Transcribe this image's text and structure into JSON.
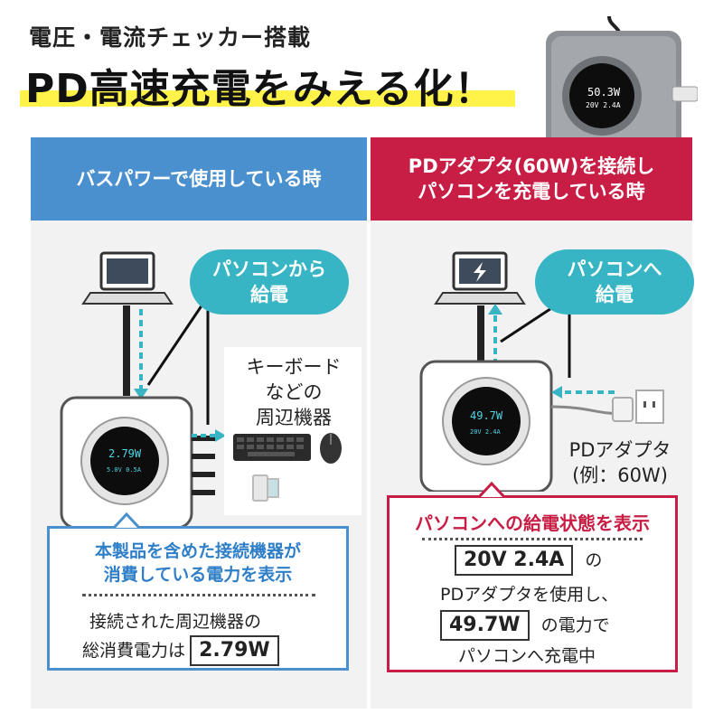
{
  "header": {
    "subtitle": "電圧・電流チェッカー搭載",
    "title": "PD高速充電をみえる化！"
  },
  "hub_display": {
    "top_value": "50.3W",
    "bottom_value": "20V  2.4A"
  },
  "left_panel": {
    "heading": "バスパワーで使用している時",
    "bubble_lines": [
      "パソコンから",
      "給電"
    ],
    "peripheral_label_lines": [
      "キーボード",
      "などの",
      "周辺機器"
    ],
    "device_display": {
      "top": "2.79W",
      "bottom": "5.0V  0.5A"
    },
    "info_title_lines": [
      "本製品を含めた接続機器が",
      "消費している電力を表示"
    ],
    "info_line1": "接続された周辺機器の",
    "info_line2_prefix": "総消費電力は",
    "info_value": "2.79W"
  },
  "right_panel": {
    "heading_lines": [
      "PDアダプタ(60W)を接続し",
      "パソコンを充電している時"
    ],
    "bubble_lines": [
      "パソコンへ",
      "給電"
    ],
    "adapter_label_lines": [
      "PDアダプタ",
      "(例：60W)"
    ],
    "device_display": {
      "top": "49.7W",
      "bottom": "20V  2.4A"
    },
    "info_title": "パソコンへの給電状態を表示",
    "value1": "20V  2.4A",
    "value1_suffix": "の",
    "line2": "PDアダプタを使用し、",
    "value2": "49.7W",
    "value2_suffix": "の電力で",
    "line4": "パソコンへ充電中"
  },
  "colors": {
    "blue": "#4a90cf",
    "red": "#c81e45",
    "teal": "#38b5c4",
    "highlight": "#fff34a"
  }
}
